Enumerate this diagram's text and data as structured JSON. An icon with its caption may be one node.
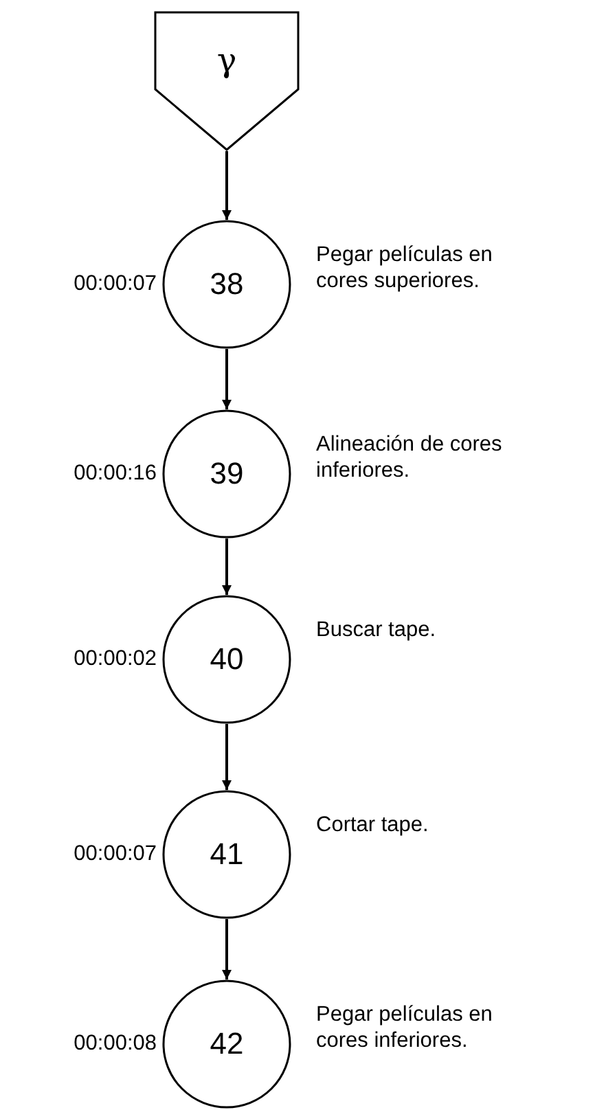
{
  "diagram": {
    "nodes": [
      {
        "text": [
          "γ"
        ]
      },
      {
        "text": [
          "38"
        ],
        "beside": [
          "00:00:07",
          "Pegar películas en cores superiores."
        ]
      },
      {
        "text": [
          "39"
        ],
        "beside": [
          "00:00:16",
          "Alineación de cores inferiores."
        ]
      },
      {
        "text": [
          "40"
        ],
        "beside": [
          "00:00:02",
          "Buscar tape."
        ]
      },
      {
        "text": [
          "41"
        ],
        "beside": [
          "00:00:07",
          "Cortar tape."
        ]
      },
      {
        "text": [
          "42"
        ],
        "beside": [
          "00:00:08",
          "Pegar películas en cores inferiores."
        ]
      }
    ],
    "edges": [
      {
        "from": 0,
        "to": 1,
        "arrow": "to"
      },
      {
        "from": 1,
        "to": 2,
        "arrow": "to"
      },
      {
        "from": 2,
        "to": 3,
        "arrow": "to"
      },
      {
        "from": 3,
        "to": 4,
        "arrow": "to"
      },
      {
        "from": 4,
        "to": 5,
        "arrow": "to"
      }
    ]
  }
}
